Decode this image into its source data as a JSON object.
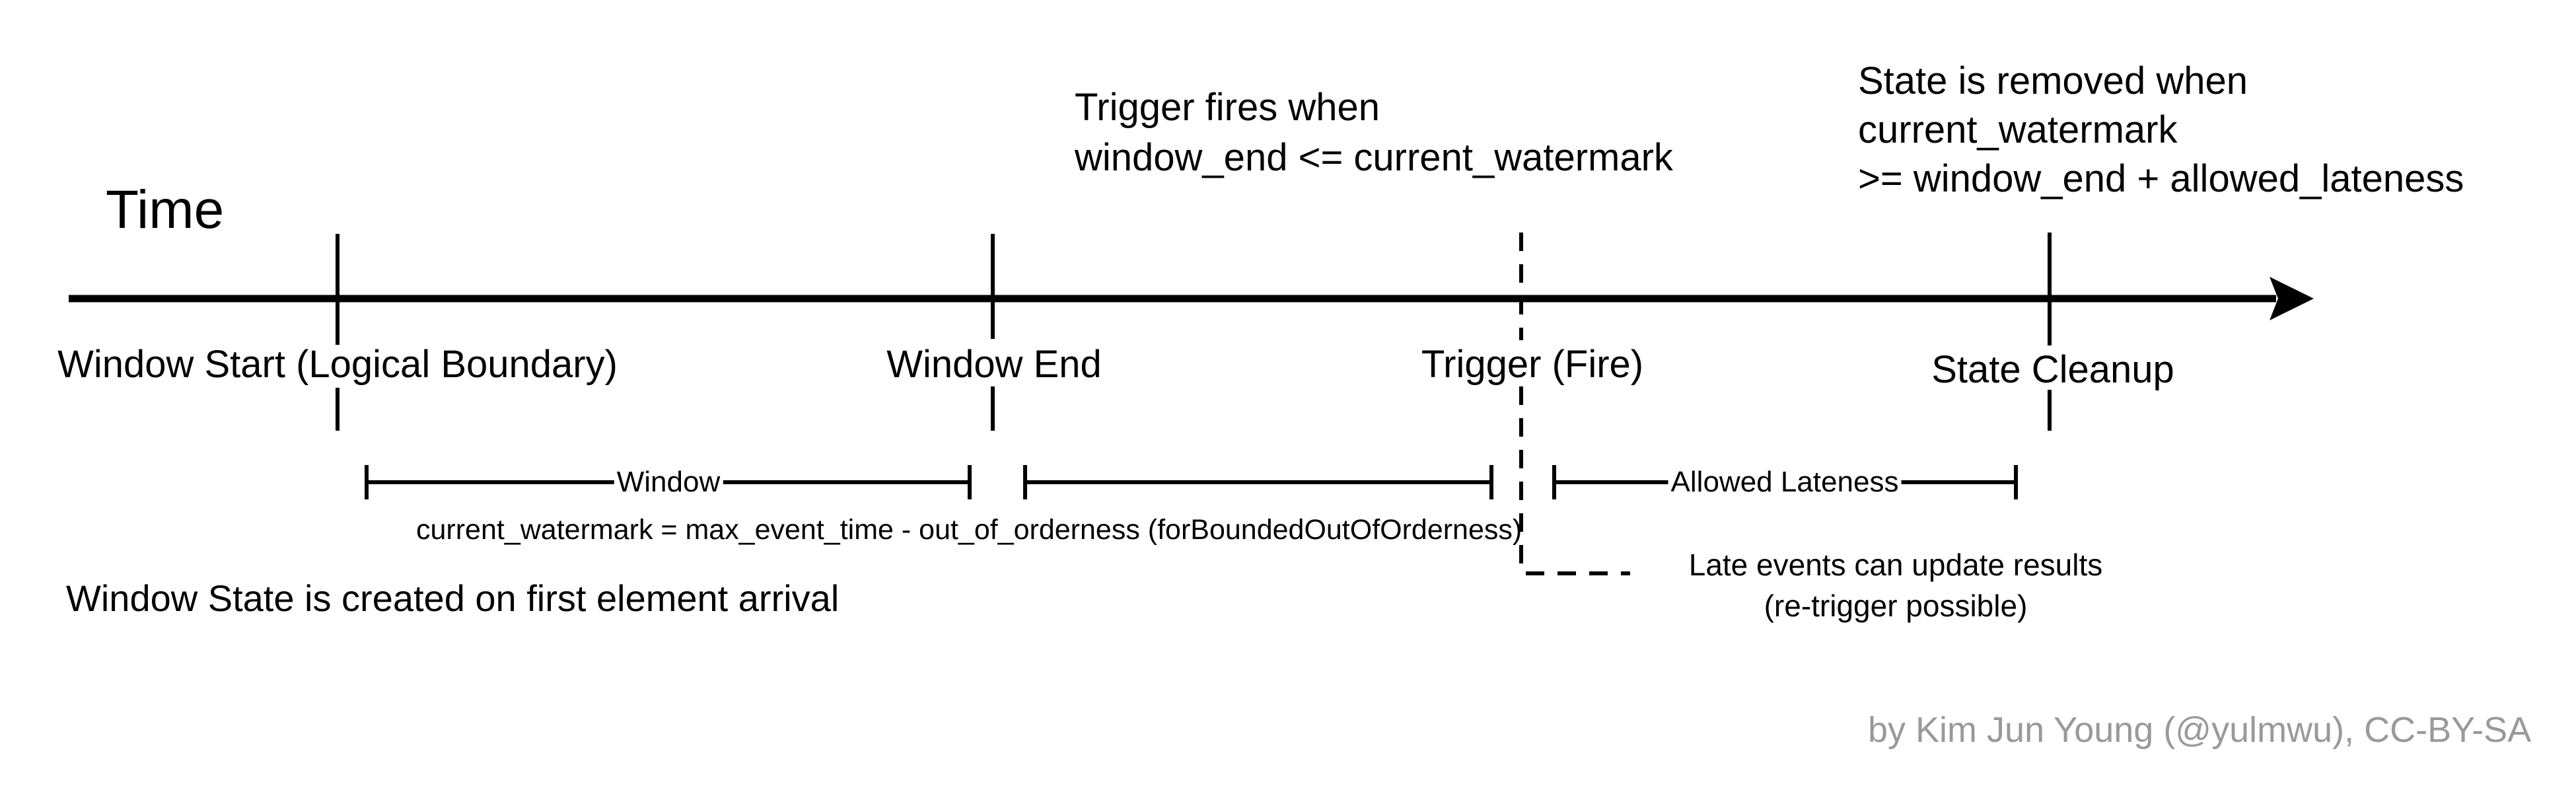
{
  "canvas": {
    "background": "#ffffff",
    "ink_color": "#000000",
    "muted_color": "#999999"
  },
  "title": "Time",
  "timeline": {
    "markers": [
      {
        "id": "window-start",
        "label": "Window Start (Logical Boundary)",
        "tick_style": "solid"
      },
      {
        "id": "window-end",
        "label": "Window End",
        "tick_style": "solid"
      },
      {
        "id": "trigger",
        "label": "Trigger (Fire)",
        "tick_style": "dashed"
      },
      {
        "id": "state-cleanup",
        "label": "State Cleanup",
        "tick_style": "solid"
      }
    ]
  },
  "spans": [
    {
      "id": "window-span",
      "label": "Window"
    },
    {
      "id": "watermark-span",
      "label": ""
    },
    {
      "id": "allowed-lateness-span",
      "label": "Allowed Lateness"
    }
  ],
  "annotations": {
    "trigger_note": {
      "lines": [
        "Trigger fires when",
        "window_end <= current_watermark"
      ]
    },
    "state_note": {
      "lines": [
        "State is removed when",
        "current_watermark",
        ">= window_end + allowed_lateness"
      ]
    },
    "late_note": {
      "lines": [
        "Late events can update results",
        "(re-trigger possible)"
      ]
    },
    "watermark_formula": "current_watermark = max_event_time - out_of_orderness (forBoundedOutOfOrderness)",
    "window_state_note": "Window State is created on first element arrival"
  },
  "attribution": "by Kim Jun Young (@yulmwu), CC-BY-SA"
}
